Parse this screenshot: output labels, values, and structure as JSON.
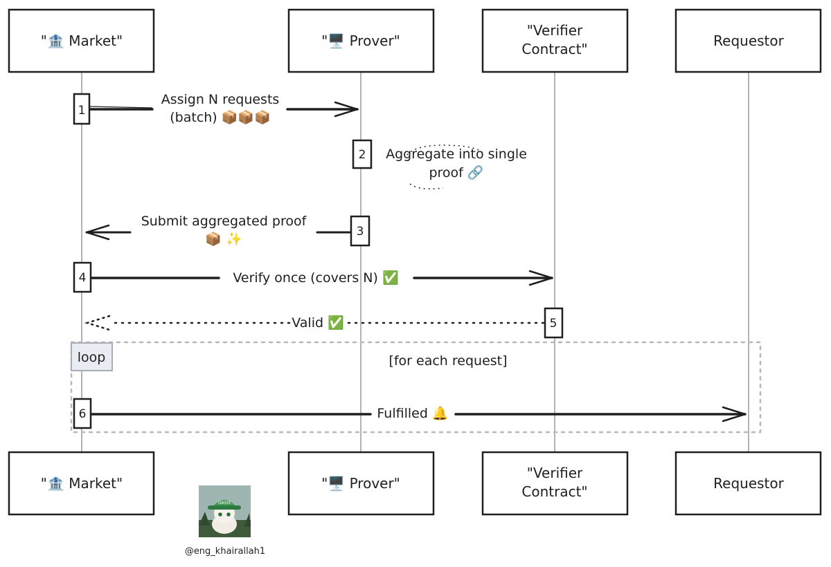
{
  "actors": [
    {
      "id": "market",
      "name": "\"🏦 Market\""
    },
    {
      "id": "prover",
      "name": "\"🖥️ Prover\""
    },
    {
      "id": "verifier",
      "name": "\"Verifier\nContract\""
    },
    {
      "id": "requestor",
      "name": "Requestor"
    }
  ],
  "steps": [
    {
      "number": "1",
      "from": "market",
      "to": "prover",
      "text": "Assign N requests\n(batch) 📦📦📦",
      "style": "solid"
    },
    {
      "number": "2",
      "from": "prover",
      "to": "prover",
      "text": "Aggregate into single\nproof 🔗",
      "style": "self"
    },
    {
      "number": "3",
      "from": "prover",
      "to": "market",
      "text": "Submit aggregated proof\n📦 ✨",
      "style": "solid"
    },
    {
      "number": "4",
      "from": "market",
      "to": "verifier",
      "text": "Verify once (covers N) ✅",
      "style": "solid"
    },
    {
      "number": "5",
      "from": "verifier",
      "to": "market",
      "text": "Valid ✅",
      "style": "dotted"
    },
    {
      "number": "6",
      "from": "market",
      "to": "requestor",
      "text": "Fulfilled 🔔",
      "style": "solid"
    }
  ],
  "loop": {
    "label": "loop",
    "condition": "[for each request]"
  },
  "avatar": {
    "banner_text": "OASIS"
  },
  "caption": "@eng_khairallah1",
  "colors": {
    "ink": "#1e1e1e",
    "lifeline": "#9a9a9a",
    "loop_border": "#b8b8b8",
    "loop_tag_fill": "#e9ecf2",
    "box_fill": "#ffffff",
    "avatar_cap": "#3e9a52"
  }
}
